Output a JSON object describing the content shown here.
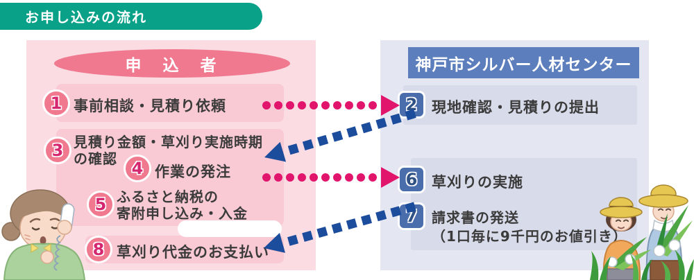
{
  "banner": {
    "title": "お申し込みの流れ"
  },
  "applicant": {
    "header": "申　込　者",
    "steps": {
      "s1": {
        "num": "1",
        "label": "事前相談・見積り依頼"
      },
      "s3": {
        "num": "3",
        "line1": "見積り金額・草刈り実施時期",
        "line2": "の確認"
      },
      "s4": {
        "num": "4",
        "label": "作業の発注"
      },
      "s5": {
        "num": "5",
        "line1": "ふるさと納税の",
        "line2": "寄附申し込み・入金"
      },
      "s8": {
        "num": "8",
        "label": "草刈り代金のお支払い"
      }
    }
  },
  "center": {
    "header": "神戸市シルバー人材センター",
    "steps": {
      "s2": {
        "num": "2",
        "label": "現地確認・見積りの提出"
      },
      "s6": {
        "num": "6",
        "label": "草刈りの実施"
      },
      "s7": {
        "num": "7",
        "line1": "請求書の発送",
        "line2": "（1口毎に9千円のお値引き）"
      }
    }
  },
  "illustrations": {
    "left": "elderly-woman-on-phone",
    "right": "elderly-couple-holding-cut-grass"
  },
  "colors": {
    "banner_green": "#0aa189",
    "applicant_panel": "#fbdce3",
    "applicant_bar": "#f9c9d4",
    "applicant_accent": "#f0798f",
    "applicant_number": "#d4276f",
    "center_panel": "#e4e6f2",
    "center_bar": "#d8dbea",
    "center_header": "#5d7ebc",
    "center_badge": "#4a6dac",
    "arrow_pink": "#e2156d",
    "arrow_blue": "#1c4c9c",
    "text_dark": "#3b3b3b"
  }
}
